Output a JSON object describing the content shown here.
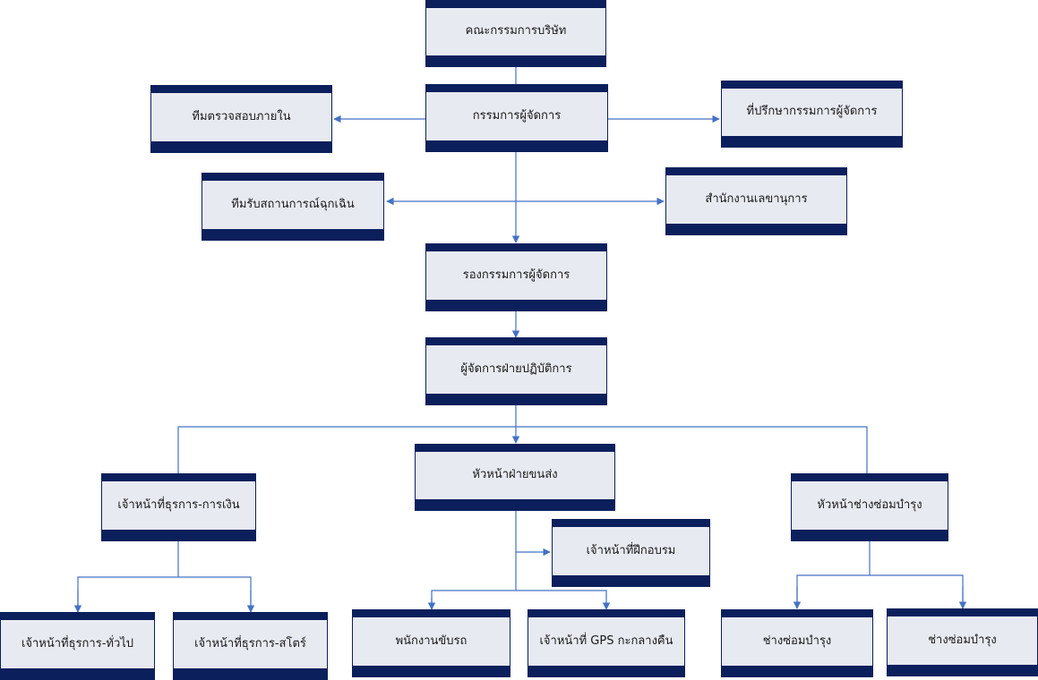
{
  "nodes": {
    "board": "คณะกรรมการบริษัท",
    "md": "กรรมการผู้จัดการ",
    "internal_audit": "ทีมตรวจสอบภายใน",
    "md_advisor": "ที่ปรึกษากรรมการผู้จัดการ",
    "emergency_team": "ทีมรับสถานการณ์ฉุกเฉิน",
    "secretary_office": "สำนักงานเลขานุการ",
    "deputy_md": "รองกรรมการผู้จัดการ",
    "ops_manager": "ผู้จัดการฝ่ายปฏิบัติการ",
    "admin_finance": "เจ้าหน้าที่ธุรการ-การเงิน",
    "transport_head": "หัวหน้าฝ่ายขนส่ง",
    "maintenance_head": "หัวหน้าช่างซ่อมบำรุง",
    "training_officer": "เจ้าหน้าที่ฝึกอบรม",
    "admin_general": "เจ้าหน้าที่ธุรการ-ทั่วไป",
    "admin_store": "เจ้าหน้าที่ธุรการ-สโตร์",
    "driver": "พนักงานขับรถ",
    "gps_night": "เจ้าหน้าที่ GPS กะกลางคืน",
    "mechanic_1": "ช่างซ่อมบำรุง",
    "mechanic_2": "ช่างซ่อมบำรุง"
  },
  "colors": {
    "box_fill": "#e7eaf1",
    "box_band": "#0b1f5c",
    "connector": "#4472c4"
  }
}
